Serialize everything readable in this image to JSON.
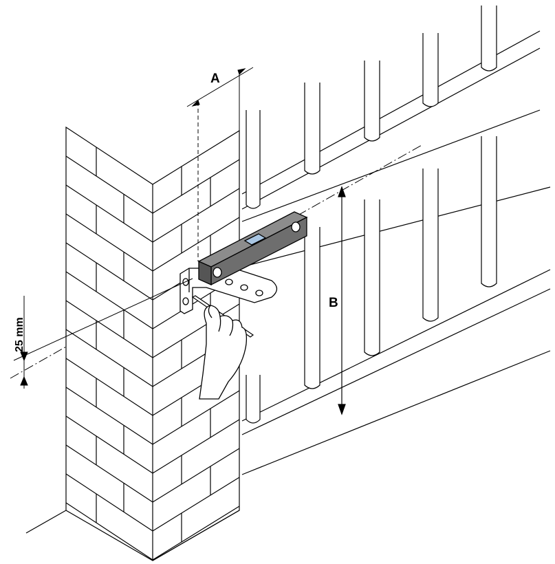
{
  "labels": {
    "dimension_a": "A",
    "dimension_b": "B",
    "offset": "25 mm"
  },
  "colors": {
    "line": "#000000",
    "level_body": "#6e6e6e",
    "level_top": "#8c8c8c",
    "level_bubble": "#a9c6e3",
    "background": "#ffffff"
  }
}
